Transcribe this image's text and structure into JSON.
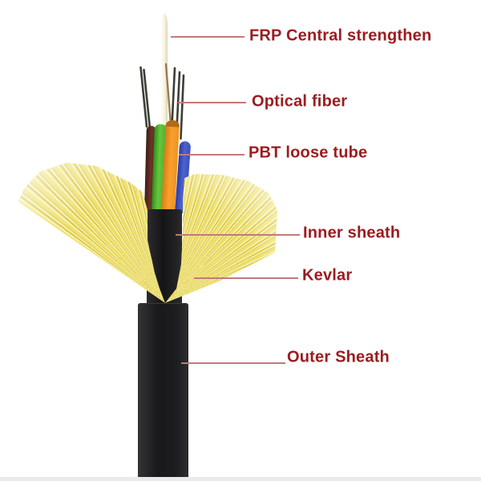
{
  "colors": {
    "background": "#ffffff",
    "label-text": "#9b1c20",
    "leader-line": "#c3797c",
    "kevlar-main": "#efe170",
    "kevlar-light": "#f8f2ac",
    "kevlar-deep": "#dcc94a",
    "kevlar-white": "#fdfcf0",
    "tube-maroon": "#5a2a22",
    "tube-green": "#4fae2c",
    "tube-orange": "#f0921f",
    "tube-blue": "#3b50bb",
    "frp-ivory": "#f6f2e0",
    "fiber-dark": "#3b3f36",
    "sheath-black": "#1d1d1f",
    "bottom-strip": "#eaeaea"
  },
  "diagram": {
    "labels": [
      {
        "id": "frp",
        "text": "FRP Central strengthen"
      },
      {
        "id": "optical-fiber",
        "text": "Optical fiber"
      },
      {
        "id": "pbt-loose-tube",
        "text": "PBT loose tube"
      },
      {
        "id": "inner-sheath",
        "text": "Inner sheath"
      },
      {
        "id": "kevlar",
        "text": "Kevlar"
      },
      {
        "id": "outer-sheath",
        "text": "Outer Sheath"
      }
    ]
  }
}
